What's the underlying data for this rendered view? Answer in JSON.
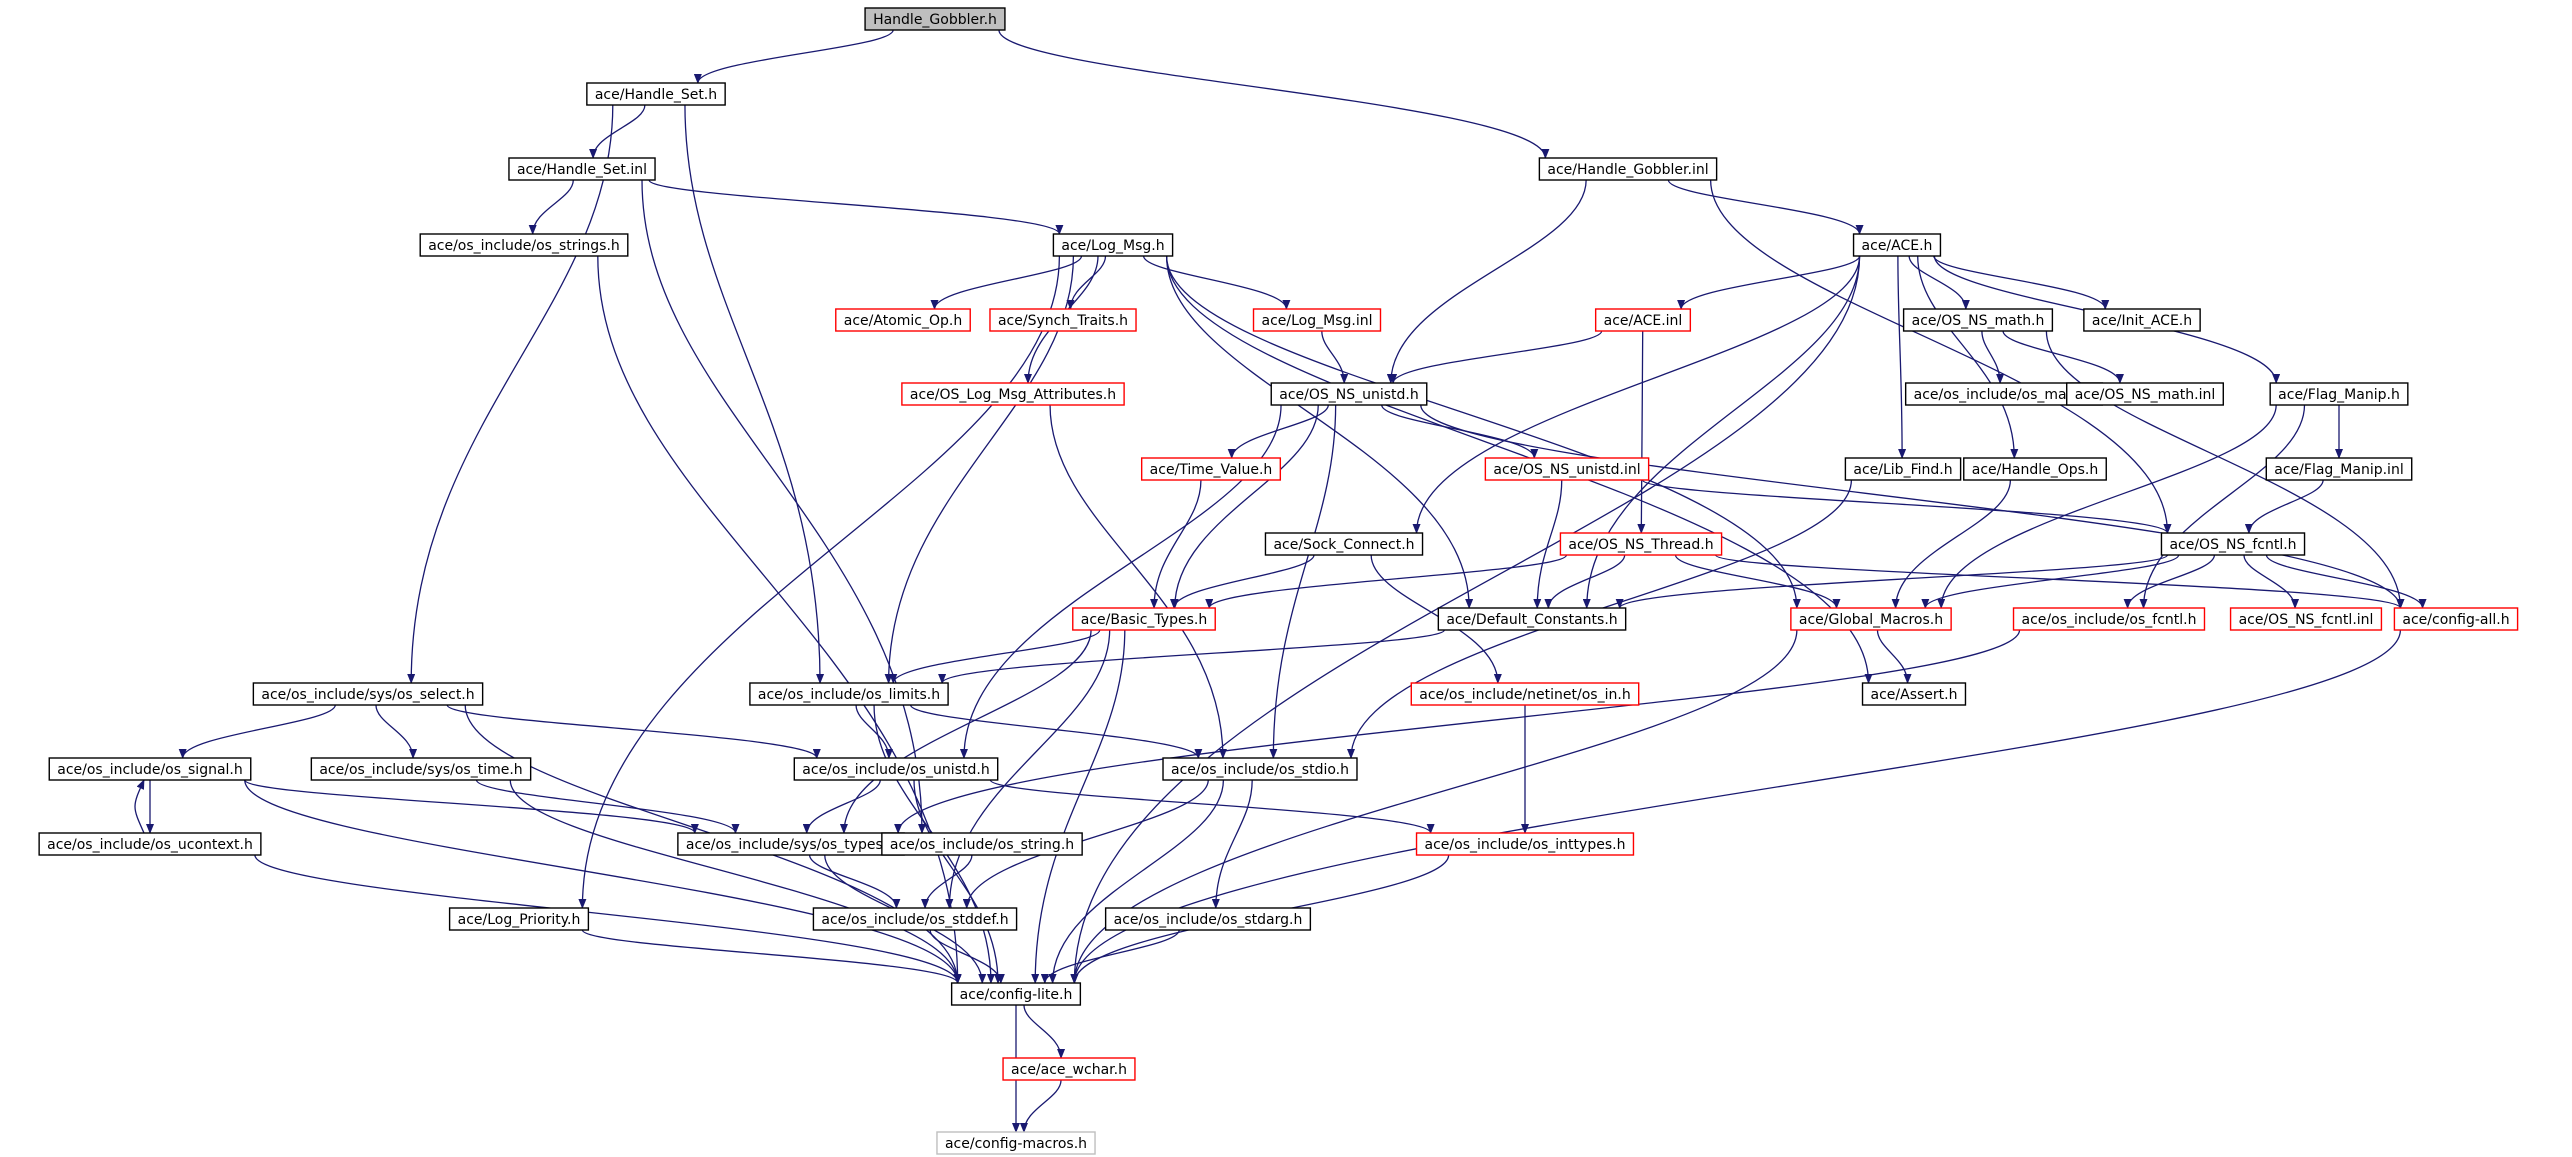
{
  "diagram": {
    "root": "Handle_Gobbler.h",
    "colors": {
      "edge": "#191970",
      "border_normal": "#000000",
      "border_truncated": "#ff0000",
      "border_faded": "#bfbfbf",
      "root_fill": "#bfbfbf",
      "text": "#000000"
    },
    "nodes": [
      {
        "id": "n0",
        "label": "Handle_Gobbler.h",
        "style": "root"
      },
      {
        "id": "n1",
        "label": "ace/Handle_Set.h",
        "style": "normal"
      },
      {
        "id": "n2",
        "label": "ace/Handle_Gobbler.inl",
        "style": "normal"
      },
      {
        "id": "n3",
        "label": "ace/Handle_Set.inl",
        "style": "normal"
      },
      {
        "id": "n4",
        "label": "ace/os_include/os_strings.h",
        "style": "normal"
      },
      {
        "id": "n5",
        "label": "ace/Log_Msg.h",
        "style": "normal"
      },
      {
        "id": "n6",
        "label": "ace/ACE.h",
        "style": "normal"
      },
      {
        "id": "n7",
        "label": "ace/Atomic_Op.h",
        "style": "truncated"
      },
      {
        "id": "n8",
        "label": "ace/Synch_Traits.h",
        "style": "truncated"
      },
      {
        "id": "n9",
        "label": "ace/Log_Msg.inl",
        "style": "truncated"
      },
      {
        "id": "n10",
        "label": "ace/ACE.inl",
        "style": "truncated"
      },
      {
        "id": "n11",
        "label": "ace/OS_NS_math.h",
        "style": "normal"
      },
      {
        "id": "n12",
        "label": "ace/Init_ACE.h",
        "style": "normal"
      },
      {
        "id": "n13",
        "label": "ace/OS_Log_Msg_Attributes.h",
        "style": "truncated"
      },
      {
        "id": "n14",
        "label": "ace/OS_NS_unistd.h",
        "style": "normal"
      },
      {
        "id": "n15",
        "label": "ace/os_include/os_math.h",
        "style": "normal"
      },
      {
        "id": "n16",
        "label": "ace/OS_NS_math.inl",
        "style": "normal"
      },
      {
        "id": "n17",
        "label": "ace/Flag_Manip.h",
        "style": "normal"
      },
      {
        "id": "n18",
        "label": "ace/Time_Value.h",
        "style": "truncated"
      },
      {
        "id": "n19",
        "label": "ace/OS_NS_unistd.inl",
        "style": "truncated"
      },
      {
        "id": "n20",
        "label": "ace/Lib_Find.h",
        "style": "normal"
      },
      {
        "id": "n21",
        "label": "ace/Handle_Ops.h",
        "style": "normal"
      },
      {
        "id": "n22",
        "label": "ace/Flag_Manip.inl",
        "style": "normal"
      },
      {
        "id": "n23",
        "label": "ace/Sock_Connect.h",
        "style": "normal"
      },
      {
        "id": "n24",
        "label": "ace/OS_NS_Thread.h",
        "style": "truncated"
      },
      {
        "id": "n25",
        "label": "ace/OS_NS_fcntl.h",
        "style": "normal"
      },
      {
        "id": "n26",
        "label": "ace/Basic_Types.h",
        "style": "truncated"
      },
      {
        "id": "n27",
        "label": "ace/Default_Constants.h",
        "style": "normal"
      },
      {
        "id": "n28",
        "label": "ace/Global_Macros.h",
        "style": "truncated"
      },
      {
        "id": "n29",
        "label": "ace/os_include/os_fcntl.h",
        "style": "truncated"
      },
      {
        "id": "n30",
        "label": "ace/OS_NS_fcntl.inl",
        "style": "truncated"
      },
      {
        "id": "n31",
        "label": "ace/config-all.h",
        "style": "truncated"
      },
      {
        "id": "n32",
        "label": "ace/os_include/sys/os_select.h",
        "style": "normal"
      },
      {
        "id": "n33",
        "label": "ace/os_include/os_limits.h",
        "style": "normal"
      },
      {
        "id": "n34",
        "label": "ace/os_include/netinet/os_in.h",
        "style": "truncated"
      },
      {
        "id": "n35",
        "label": "ace/Assert.h",
        "style": "normal"
      },
      {
        "id": "n36",
        "label": "ace/os_include/os_signal.h",
        "style": "normal"
      },
      {
        "id": "n37",
        "label": "ace/os_include/sys/os_time.h",
        "style": "normal"
      },
      {
        "id": "n38",
        "label": "ace/os_include/os_unistd.h",
        "style": "normal"
      },
      {
        "id": "n39",
        "label": "ace/os_include/os_stdio.h",
        "style": "normal"
      },
      {
        "id": "n40",
        "label": "ace/os_include/os_ucontext.h",
        "style": "normal"
      },
      {
        "id": "n41",
        "label": "ace/os_include/sys/os_types.h",
        "style": "normal"
      },
      {
        "id": "n42",
        "label": "ace/os_include/os_string.h",
        "style": "normal"
      },
      {
        "id": "n43",
        "label": "ace/os_include/os_inttypes.h",
        "style": "truncated"
      },
      {
        "id": "n44",
        "label": "ace/Log_Priority.h",
        "style": "normal"
      },
      {
        "id": "n45",
        "label": "ace/os_include/os_stddef.h",
        "style": "normal"
      },
      {
        "id": "n46",
        "label": "ace/os_include/os_stdarg.h",
        "style": "normal"
      },
      {
        "id": "n47",
        "label": "ace/config-lite.h",
        "style": "normal"
      },
      {
        "id": "n48",
        "label": "ace/ace_wchar.h",
        "style": "truncated"
      },
      {
        "id": "n49",
        "label": "ace/config-macros.h",
        "style": "faded"
      }
    ],
    "edges": [
      [
        "n0",
        "n1"
      ],
      [
        "n0",
        "n2"
      ],
      [
        "n1",
        "n3"
      ],
      [
        "n1",
        "n32"
      ],
      [
        "n1",
        "n33"
      ],
      [
        "n2",
        "n6"
      ],
      [
        "n2",
        "n14"
      ],
      [
        "n2",
        "n25"
      ],
      [
        "n3",
        "n4"
      ],
      [
        "n3",
        "n5"
      ],
      [
        "n3",
        "n42"
      ],
      [
        "n4",
        "n47"
      ],
      [
        "n5",
        "n7"
      ],
      [
        "n5",
        "n8"
      ],
      [
        "n5",
        "n9"
      ],
      [
        "n5",
        "n13"
      ],
      [
        "n5",
        "n44"
      ],
      [
        "n5",
        "n33"
      ],
      [
        "n5",
        "n27"
      ],
      [
        "n5",
        "n28"
      ],
      [
        "n5",
        "n35"
      ],
      [
        "n6",
        "n10"
      ],
      [
        "n6",
        "n11"
      ],
      [
        "n6",
        "n12"
      ],
      [
        "n6",
        "n17"
      ],
      [
        "n6",
        "n20"
      ],
      [
        "n6",
        "n21"
      ],
      [
        "n6",
        "n23"
      ],
      [
        "n6",
        "n27"
      ],
      [
        "n6",
        "n47"
      ],
      [
        "n9",
        "n14"
      ],
      [
        "n10",
        "n14"
      ],
      [
        "n10",
        "n24"
      ],
      [
        "n11",
        "n15"
      ],
      [
        "n11",
        "n16"
      ],
      [
        "n11",
        "n31"
      ],
      [
        "n13",
        "n39"
      ],
      [
        "n14",
        "n18"
      ],
      [
        "n14",
        "n19"
      ],
      [
        "n14",
        "n26"
      ],
      [
        "n14",
        "n38"
      ],
      [
        "n14",
        "n39"
      ],
      [
        "n14",
        "n31"
      ],
      [
        "n17",
        "n22"
      ],
      [
        "n17",
        "n28"
      ],
      [
        "n17",
        "n29"
      ],
      [
        "n18",
        "n26"
      ],
      [
        "n19",
        "n25"
      ],
      [
        "n19",
        "n27"
      ],
      [
        "n20",
        "n39"
      ],
      [
        "n21",
        "n28"
      ],
      [
        "n22",
        "n25"
      ],
      [
        "n23",
        "n26"
      ],
      [
        "n23",
        "n34"
      ],
      [
        "n24",
        "n26"
      ],
      [
        "n24",
        "n27"
      ],
      [
        "n24",
        "n28"
      ],
      [
        "n24",
        "n31"
      ],
      [
        "n25",
        "n27"
      ],
      [
        "n25",
        "n28"
      ],
      [
        "n25",
        "n29"
      ],
      [
        "n25",
        "n30"
      ],
      [
        "n25",
        "n31"
      ],
      [
        "n26",
        "n33"
      ],
      [
        "n26",
        "n41"
      ],
      [
        "n26",
        "n45"
      ],
      [
        "n26",
        "n47"
      ],
      [
        "n27",
        "n33"
      ],
      [
        "n28",
        "n35"
      ],
      [
        "n28",
        "n47"
      ],
      [
        "n29",
        "n41"
      ],
      [
        "n31",
        "n47"
      ],
      [
        "n32",
        "n36"
      ],
      [
        "n32",
        "n37"
      ],
      [
        "n32",
        "n38"
      ],
      [
        "n32",
        "n47"
      ],
      [
        "n33",
        "n38"
      ],
      [
        "n33",
        "n39"
      ],
      [
        "n33",
        "n47"
      ],
      [
        "n34",
        "n43"
      ],
      [
        "n36",
        "n40"
      ],
      [
        "n36",
        "n41"
      ],
      [
        "n36",
        "n47"
      ],
      [
        "n37",
        "n41"
      ],
      [
        "n37",
        "n47"
      ],
      [
        "n38",
        "n41"
      ],
      [
        "n38",
        "n43"
      ],
      [
        "n38",
        "n47"
      ],
      [
        "n39",
        "n45"
      ],
      [
        "n39",
        "n46"
      ],
      [
        "n39",
        "n47"
      ],
      [
        "n40",
        "n36"
      ],
      [
        "n40",
        "n47"
      ],
      [
        "n41",
        "n45"
      ],
      [
        "n41",
        "n47"
      ],
      [
        "n42",
        "n45"
      ],
      [
        "n43",
        "n47"
      ],
      [
        "n44",
        "n47"
      ],
      [
        "n45",
        "n47"
      ],
      [
        "n46",
        "n47"
      ],
      [
        "n47",
        "n48"
      ],
      [
        "n47",
        "n49"
      ],
      [
        "n48",
        "n49"
      ]
    ]
  }
}
